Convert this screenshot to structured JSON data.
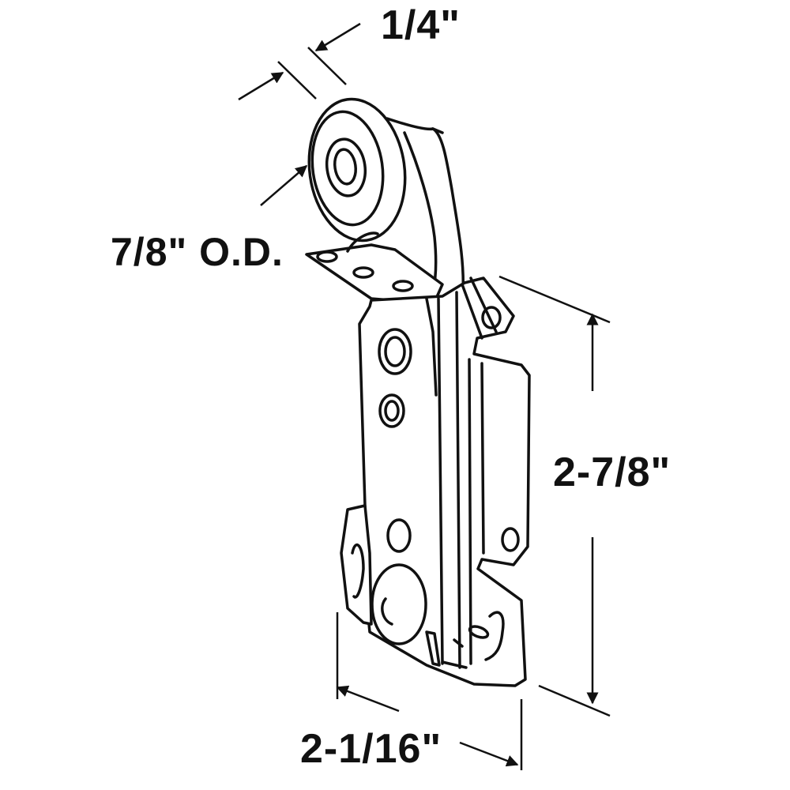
{
  "dimensions": {
    "thickness": "1/4\"",
    "outer_diameter": "7/8\" O.D.",
    "height": "2-7/8\"",
    "width": "2-1/16\""
  },
  "colors": {
    "line": "#111111",
    "background": "#ffffff"
  }
}
